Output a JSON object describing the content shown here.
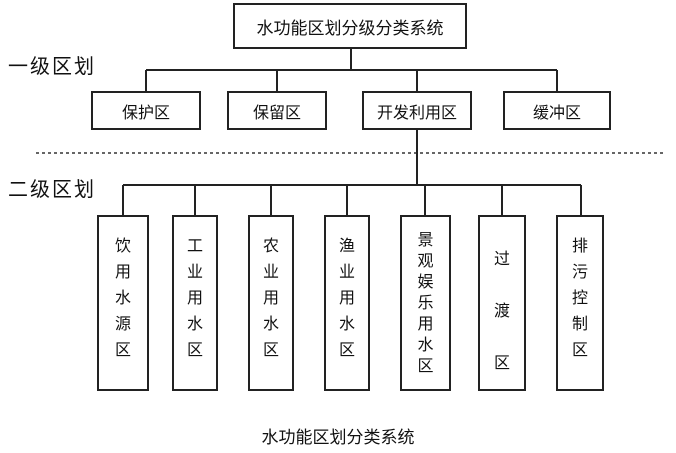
{
  "title": "水功能区划分级分类系统",
  "level1_label": "一级区划",
  "level2_label": "二级区划",
  "level1_items": [
    "保护区",
    "保留区",
    "开发利用区",
    "缓冲区"
  ],
  "level2_items": [
    {
      "label": "饮用水源区",
      "chars": [
        "饮",
        "用",
        "水",
        "源",
        "区"
      ]
    },
    {
      "label": "工业用水区",
      "chars": [
        "工",
        "业",
        "用",
        "水",
        "区"
      ]
    },
    {
      "label": "农业用水区",
      "chars": [
        "农",
        "业",
        "用",
        "水",
        "区"
      ]
    },
    {
      "label": "渔业用水区",
      "chars": [
        "渔",
        "业",
        "用",
        "水",
        "区"
      ]
    },
    {
      "label": "景观娱乐用水区",
      "chars": [
        "景",
        "观",
        "娱",
        "乐",
        "用",
        "水",
        "区"
      ]
    },
    {
      "label": "过渡区",
      "chars": [
        "过",
        "渡",
        "区"
      ]
    },
    {
      "label": "排污控制区",
      "chars": [
        "排",
        "污",
        "控",
        "制",
        "区"
      ]
    }
  ],
  "caption": "水功能区划分类系统"
}
